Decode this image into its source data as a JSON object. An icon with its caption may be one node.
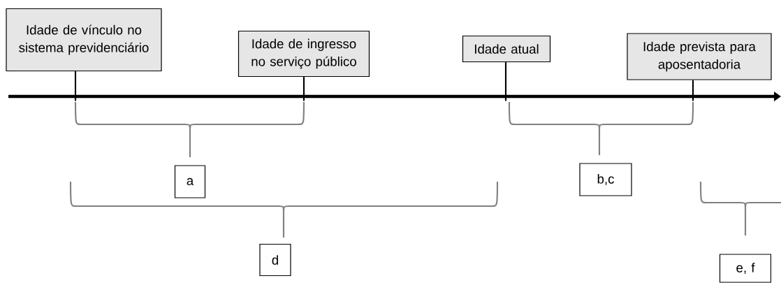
{
  "diagram": {
    "nodes": [
      {
        "text": [
          "Idade de vínculo no sistema previdenciário"
        ]
      },
      {
        "text": [
          "Idade de ingresso no serviço público"
        ]
      },
      {
        "text": [
          "Idade atual"
        ]
      },
      {
        "text": [
          "Idade prevista para aposentadoria"
        ]
      },
      {
        "text": [
          "a"
        ]
      },
      {
        "text": [
          "b,c"
        ]
      },
      {
        "text": [
          "d"
        ]
      },
      {
        "text": [
          "e, f"
        ]
      },
      {
        "text": [],
        "shape": "bar"
      }
    ],
    "edges": [
      {
        "from": 0,
        "to": 8,
        "arrow": "none"
      },
      {
        "from": 1,
        "to": 8,
        "arrow": "none"
      },
      {
        "from": 2,
        "to": 8,
        "arrow": "none"
      },
      {
        "from": 3,
        "to": 8,
        "arrow": "none"
      }
    ]
  }
}
